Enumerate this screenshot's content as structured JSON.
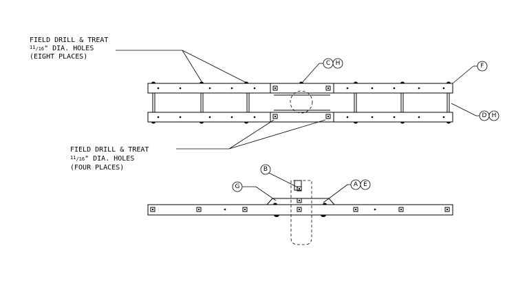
{
  "notes": {
    "top_l1": "FIELD DRILL & TREAT",
    "top_l2_num": "11",
    "top_l2_den": "16",
    "top_l2_rest": "\" DIA. HOLES",
    "top_l3": "(EIGHT PLACES)",
    "mid_l1": "FIELD DRILL & TREAT",
    "mid_l2_num": "11",
    "mid_l2_den": "16",
    "mid_l2_rest": "\" DIA. HOLES",
    "mid_l3": "(FOUR PLACES)"
  },
  "callouts": {
    "c": "C",
    "h1": "H",
    "f": "F",
    "d": "D",
    "h2": "H",
    "b": "B",
    "g": "G",
    "a": "A",
    "e": "E"
  }
}
